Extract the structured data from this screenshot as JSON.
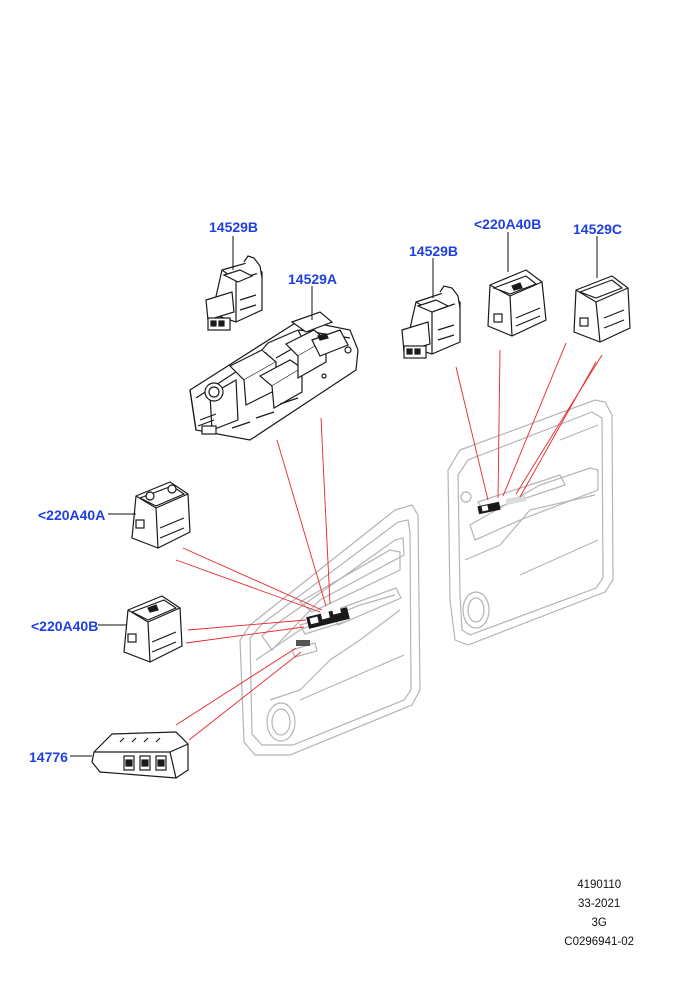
{
  "callouts": {
    "c1": "14529B",
    "c2": "14529A",
    "c3": "14529B",
    "c4": "<220A40B",
    "c5": "14529C",
    "c6": "<220A40A",
    "c7": "<220A40B",
    "c8": "14776"
  },
  "footer": {
    "line1": "4190110",
    "line2": "33-2021",
    "line3": "3G",
    "line4": "C0296941-02"
  },
  "colors": {
    "callout_text": "#1f3fe0",
    "leader_lines": "#e8262c",
    "part_outline": "#1a1a1a",
    "door_outline": "#b4b4b4"
  }
}
